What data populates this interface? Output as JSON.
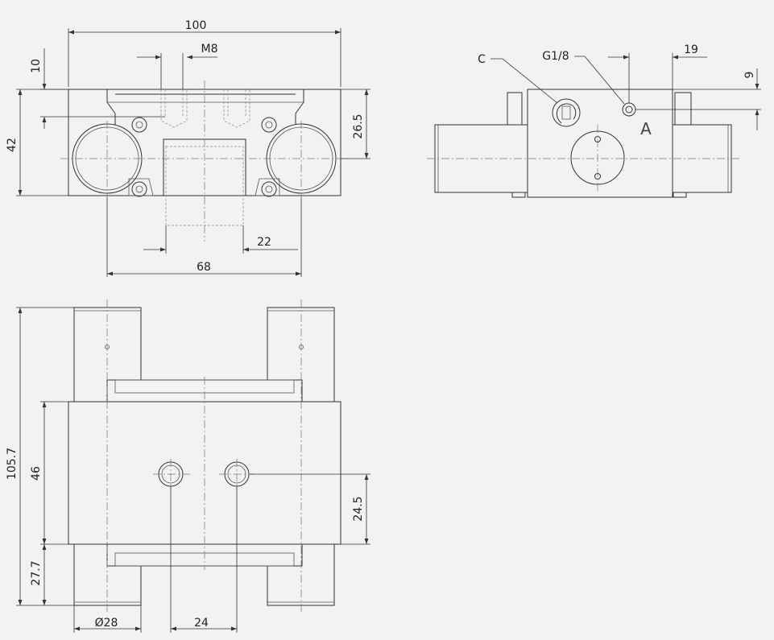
{
  "dimensions": {
    "front": {
      "width_overall": "100",
      "thread": "M8",
      "top_offset": "10",
      "height": "42",
      "center_height": "26.5",
      "slot_width": "22",
      "jaw_spacing": "68"
    },
    "side": {
      "port_c": "C",
      "port_g": "G1/8",
      "offset_x": "19",
      "offset_y": "9",
      "port_a": "A"
    },
    "top": {
      "total_length": "105.7",
      "body_length": "46",
      "hole_offset": "24.5",
      "jaw_length": "27.7",
      "diameter": "Ø28",
      "hole_spacing": "24"
    }
  }
}
